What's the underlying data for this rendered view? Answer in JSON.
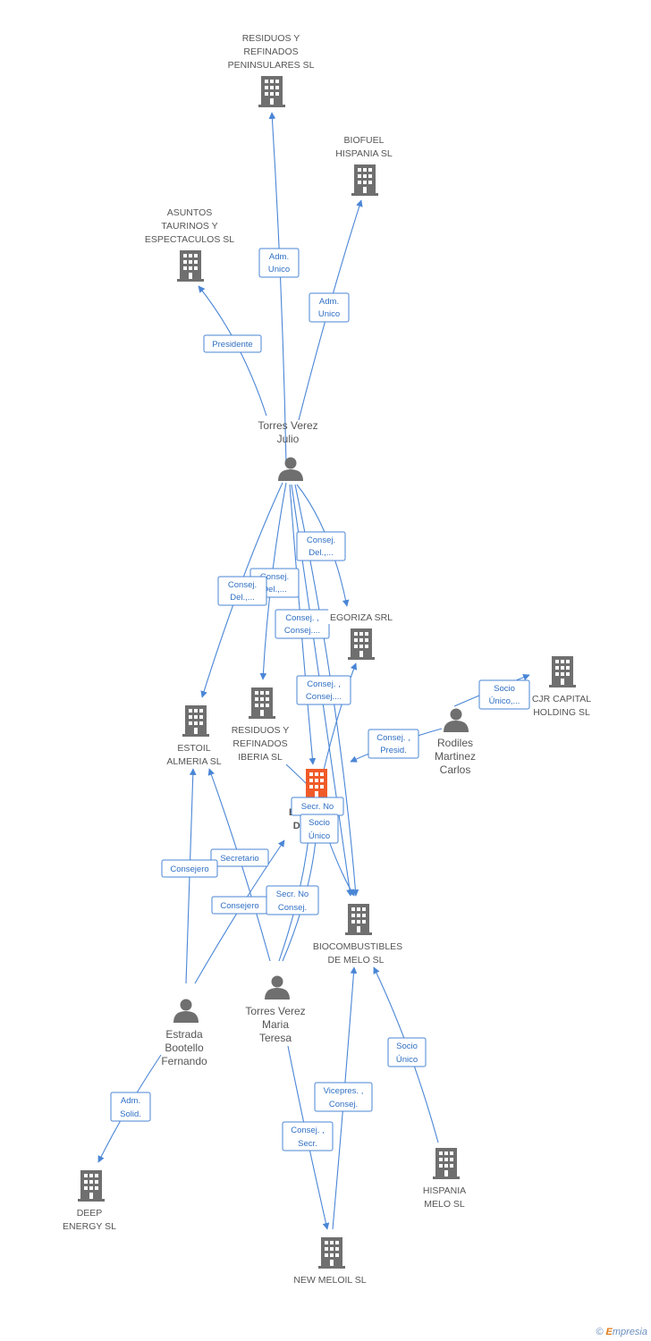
{
  "colors": {
    "edge": "#4a86d6",
    "icon": "#6f6f6f",
    "focus": "#f05a28"
  },
  "nodes": {
    "residuos_peninsulares": {
      "label": [
        "RESIDUOS Y",
        "REFINADOS",
        "PENINSULARES SL"
      ],
      "type": "company"
    },
    "biofuel": {
      "label": [
        "BIOFUEL",
        "HISPANIA SL"
      ],
      "type": "company"
    },
    "asuntos_taurinos": {
      "label": [
        "ASUNTOS",
        "TAURINOS Y",
        "ESPECTACULOS SL"
      ],
      "type": "company"
    },
    "torres_julio": {
      "label": [
        "Torres Verez",
        "Julio"
      ],
      "type": "person"
    },
    "egoriza": {
      "label": [
        "EGORIZA SRL"
      ],
      "type": "company"
    },
    "cjr_capital": {
      "label": [
        "CJR CAPITAL",
        "HOLDING SL"
      ],
      "type": "company"
    },
    "rodiles": {
      "label": [
        "Rodiles",
        "Martinez",
        "Carlos"
      ],
      "type": "person"
    },
    "estoil": {
      "label": [
        "ESTOIL",
        "ALMERIA SL"
      ],
      "type": "company"
    },
    "residuos_iberia": {
      "label": [
        "RESIDUOS Y",
        "REFINADOS",
        "IBERIA SL"
      ],
      "type": "company"
    },
    "focus": {
      "label": [
        "BIOC...LES",
        "DE ... SL"
      ],
      "type": "company-focus"
    },
    "biocombustibles_melo": {
      "label": [
        "BIOCOMBUSTIBLES",
        "DE MELO SL"
      ],
      "type": "company"
    },
    "estrada": {
      "label": [
        "Estrada",
        "Bootello",
        "Fernando"
      ],
      "type": "person"
    },
    "torres_maria": {
      "label": [
        "Torres Verez",
        "Maria",
        "Teresa"
      ],
      "type": "person"
    },
    "deep_energy": {
      "label": [
        "DEEP",
        "ENERGY SL"
      ],
      "type": "company"
    },
    "hispania_melo": {
      "label": [
        "HISPANIA",
        "MELO SL"
      ],
      "type": "company"
    },
    "new_meloil": {
      "label": [
        "NEW MELOIL SL"
      ],
      "type": "company"
    }
  },
  "edge_labels": {
    "adm_unico_1": [
      "Adm.",
      "Unico"
    ],
    "adm_unico_2": [
      "Adm.",
      "Unico"
    ],
    "presidente": [
      "Presidente"
    ],
    "consej_del_1": [
      "Consej.",
      "Del.,..."
    ],
    "consej_del_2": [
      "Consej.",
      "Del.,..."
    ],
    "consej_del_3": [
      "Consej.",
      "Del.,..."
    ],
    "consej_consej_1": [
      "Consej. ,",
      "Consej...."
    ],
    "consej_consej_2": [
      "Consej. ,",
      "Consej...."
    ],
    "socio_unico_cjr": [
      "Socio",
      "Único,..."
    ],
    "consej_presid": [
      "Consej. ,",
      "Presid."
    ],
    "secr_no_1": [
      "Secr.  No",
      ""
    ],
    "socio_unico_focus": [
      "Socio",
      "Único"
    ],
    "secretario": [
      "Secretario"
    ],
    "consejero_1": [
      "Consejero"
    ],
    "consejero_2": [
      "Consejero"
    ],
    "secr_no_consej": [
      "Secr.  No",
      "Consej."
    ],
    "adm_solid": [
      "Adm.",
      "Solid."
    ],
    "vicepres_consej": [
      "Vicepres. ,",
      "Consej."
    ],
    "consej_secr": [
      "Consej. ,",
      "Secr."
    ],
    "socio_unico_hispania": [
      "Socio",
      "Único"
    ]
  },
  "footer": {
    "copyright": "©",
    "brand_initial": "E",
    "brand_rest": "mpresia"
  }
}
